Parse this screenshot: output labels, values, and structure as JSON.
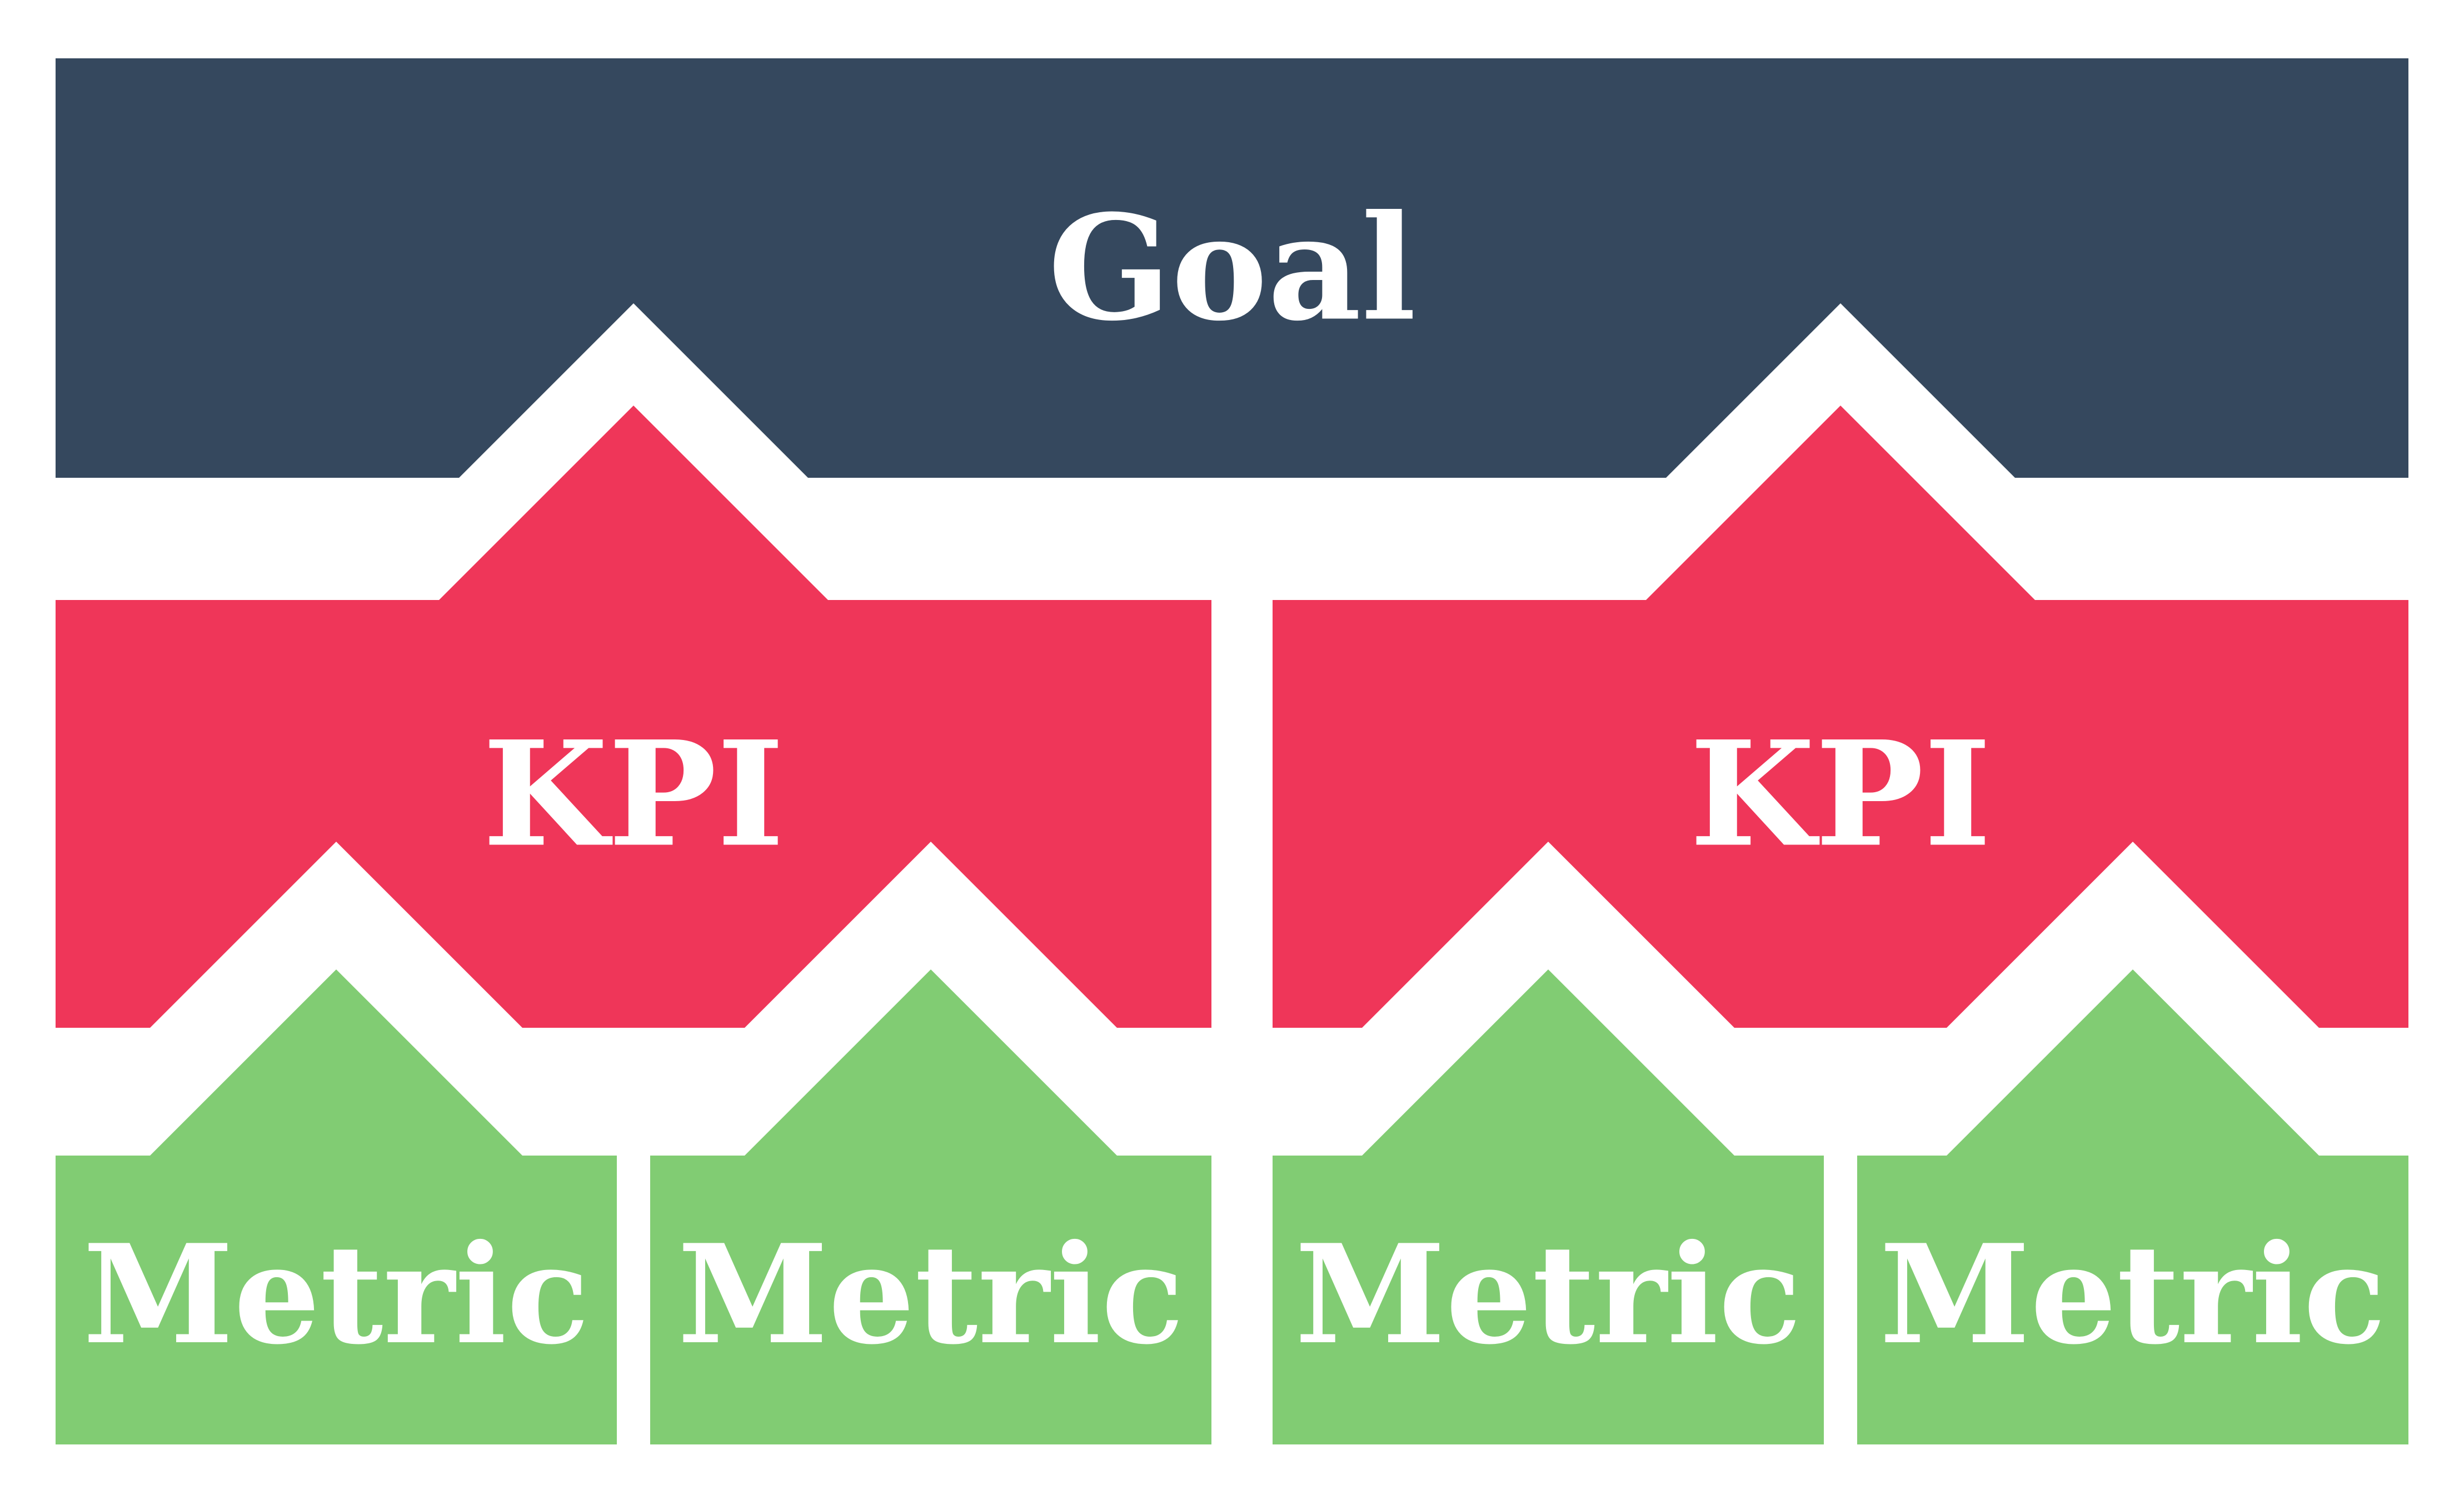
{
  "diagram": {
    "type": "goal-kpi-metric-hierarchy",
    "background_color": "#ffffff",
    "label_color": "#ffffff",
    "levels": {
      "goal_color": "#35485e",
      "kpi_color": "#ef3659",
      "metric_color": "#81cc73"
    },
    "goal": {
      "label": "Goal"
    },
    "kpis": [
      {
        "label": "KPI"
      },
      {
        "label": "KPI"
      }
    ],
    "metrics": [
      {
        "label": "Metric"
      },
      {
        "label": "Metric"
      },
      {
        "label": "Metric"
      },
      {
        "label": "Metric"
      }
    ]
  }
}
